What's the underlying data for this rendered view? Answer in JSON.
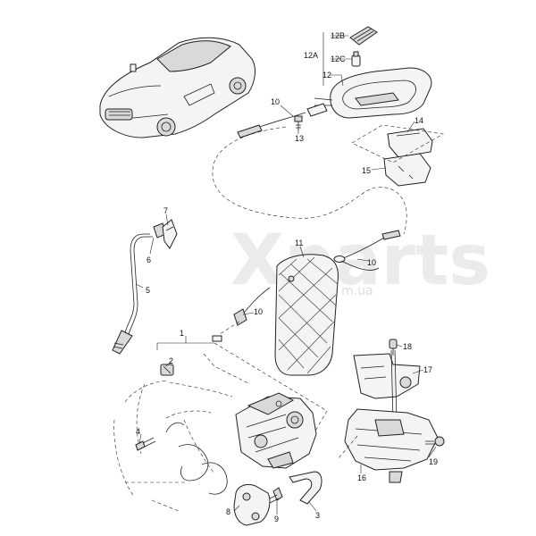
{
  "watermark": {
    "brand": "Xparts",
    "domain": "m.ua"
  },
  "labels": {
    "l1": "1",
    "l2": "2",
    "l3": "3",
    "l4": "4",
    "l5": "5",
    "l6": "6",
    "l7": "7",
    "l8": "8",
    "l9": "9",
    "l10a": "10",
    "l10b": "10",
    "l10c": "10",
    "l11": "11",
    "l12": "12",
    "l12A": "12A",
    "l12B": "12B",
    "l12C": "12C",
    "l13": "13",
    "l14": "14",
    "l15": "15",
    "l16": "16",
    "l17": "17",
    "l18": "18",
    "l19": "19"
  },
  "colors": {
    "line": "#222222",
    "fill": "#f4f4f4",
    "shade": "#d9d9d9",
    "watermark": "#dcdcdc"
  }
}
